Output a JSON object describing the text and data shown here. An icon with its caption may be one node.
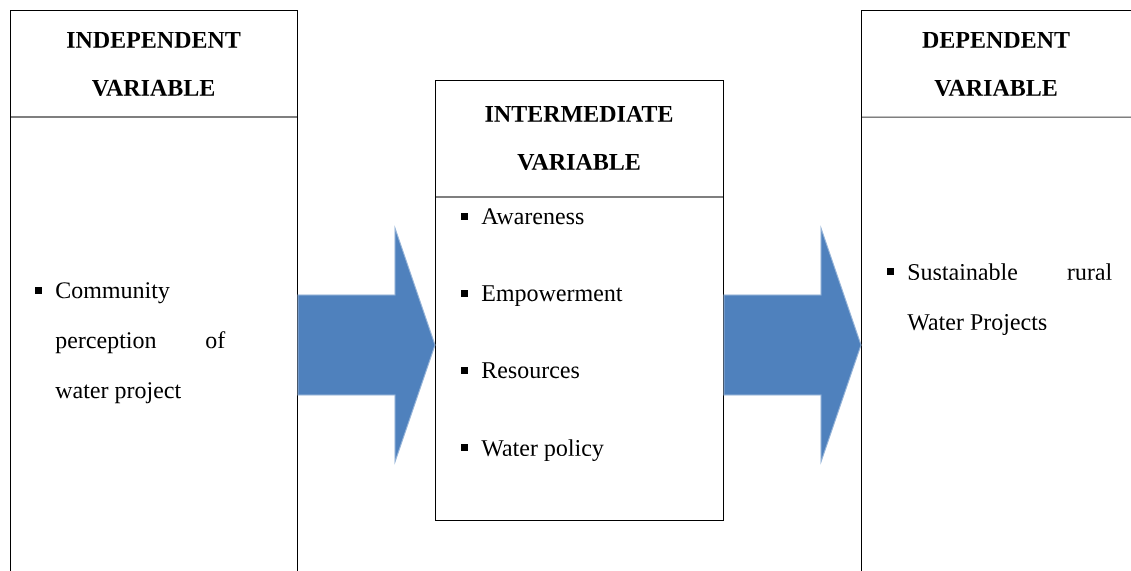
{
  "diagram": {
    "nodes": [
      {
        "text": [
          "INDEPENDENT VARIABLE",
          "Community perception of water project"
        ]
      },
      {
        "text": [
          "INTERMEDIATE VARIABLE",
          "Awareness",
          "Empowerment",
          "Resources",
          "Water policy"
        ]
      },
      {
        "text": [
          "DEPENDENT VARIABLE",
          "Sustainable rural Water Projects"
        ]
      }
    ],
    "edges": [
      {
        "from": 0,
        "to": 1,
        "arrow": "to"
      },
      {
        "from": 1,
        "to": 2,
        "arrow": "to"
      }
    ]
  }
}
